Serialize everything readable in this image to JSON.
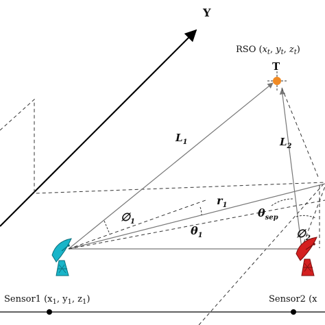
{
  "axis": {
    "y_label": "Y"
  },
  "target": {
    "label_prefix": "RSO (",
    "x": "x",
    "x_sub": "t",
    "y": "y",
    "y_sub": "t",
    "z": "z",
    "z_sub": "t",
    "label_suffix": ")",
    "marker": "T",
    "color": "#f08a24"
  },
  "sensor1": {
    "prefix": "Sensor1 (x",
    "x_sub": "1",
    "mid1": ", y",
    "y_sub": "1",
    "mid2": ", z",
    "z_sub": "1",
    "suffix": ")",
    "color": "#19b5c9"
  },
  "sensor2": {
    "prefix": "Sensor2 (x",
    "color": "#d42020"
  },
  "symbols": {
    "L1": "L",
    "L1_sub": "1",
    "L2": "L",
    "L2_sub": "2",
    "r1": "r",
    "r1_sub": "1",
    "phi1": "∅",
    "phi1_sub": "1",
    "phi2": "∅",
    "phi2_sub": "2",
    "theta1": "θ",
    "theta1_sub": "1",
    "theta_sep": "θ",
    "theta_sep_sub": "sep"
  }
}
